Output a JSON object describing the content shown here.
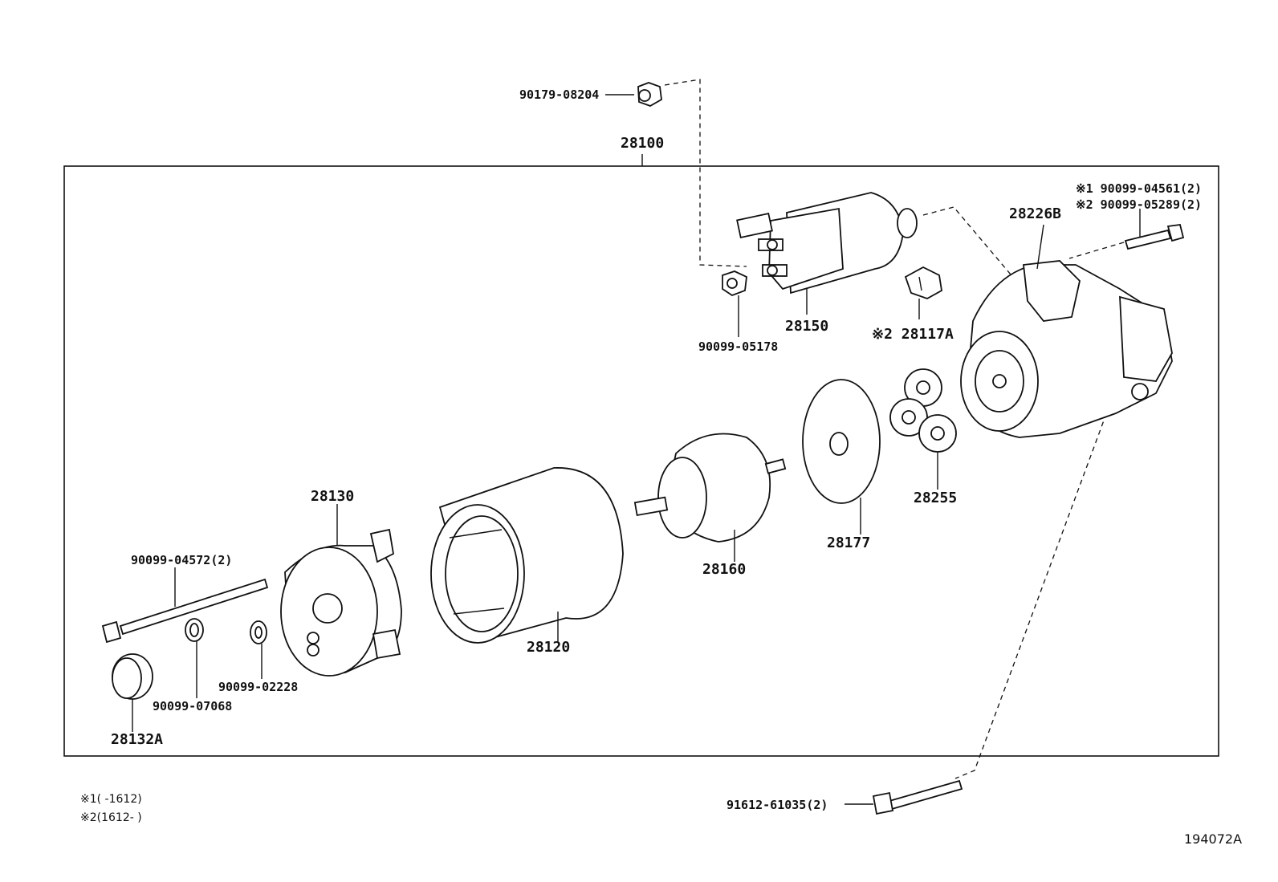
{
  "parts": {
    "p90179_08204": "90179-08204",
    "p28100": "28100",
    "note_bolt_1": "※1 90099-04561(2)",
    "note_bolt_2": "※2 90099-05289(2)",
    "p28226B": "28226B",
    "p28150": "28150",
    "p90099_05178": "90099-05178",
    "p28117A": "※2 28117A",
    "p28255": "28255",
    "p28177": "28177",
    "p28160": "28160",
    "p28130": "28130",
    "p90099_04572": "90099-04572(2)",
    "p28120": "28120",
    "p90099_02228": "90099-02228",
    "p90099_07068": "90099-07068",
    "p28132A": "28132A",
    "p91612_61035": "91612-61035(2)"
  },
  "legend": {
    "note1": "※1(     -1612)",
    "note2": "※2(1612-     )"
  },
  "figure_id": "194072A"
}
